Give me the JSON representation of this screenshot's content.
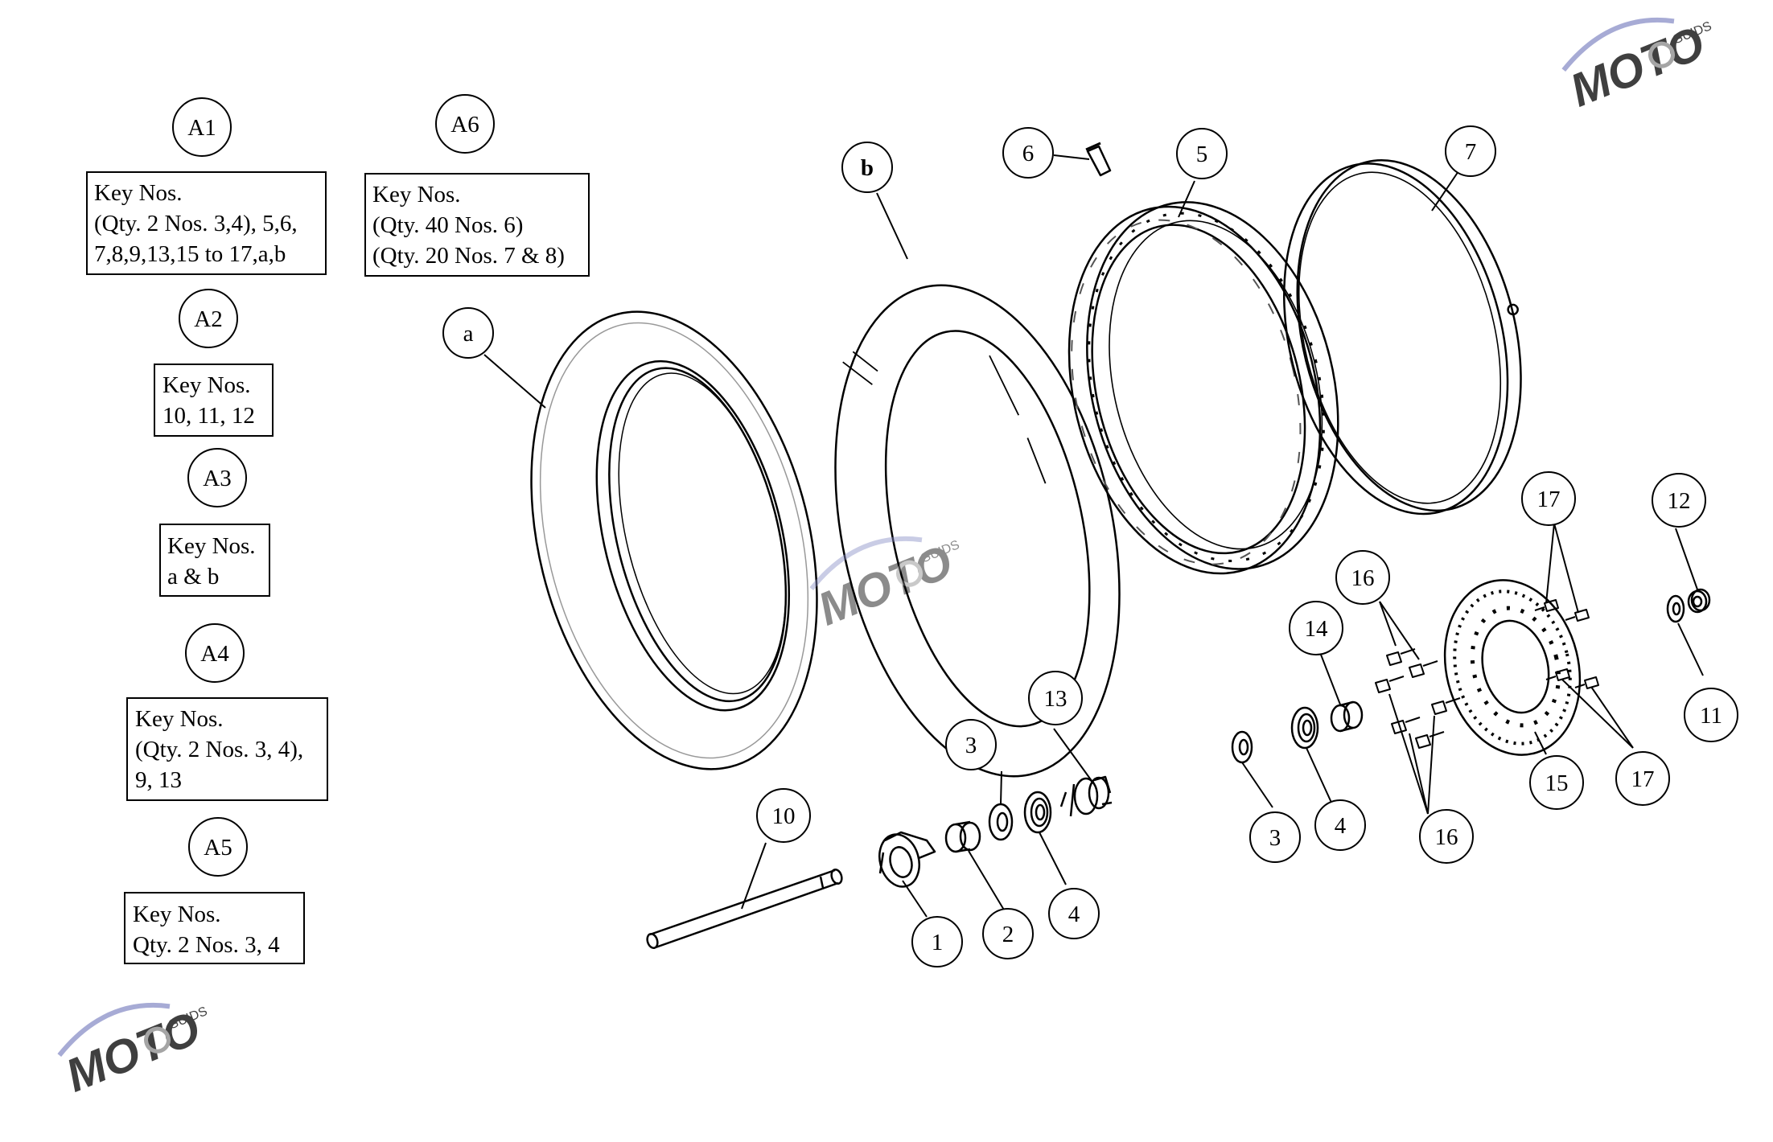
{
  "assemblies": [
    {
      "id": "a1",
      "label": "A1",
      "lines": [
        "Key Nos.",
        "(Qty. 2 Nos. 3,4), 5,6,",
        "7,8,9,13,15 to 17,a,b"
      ]
    },
    {
      "id": "a2",
      "label": "A2",
      "lines": [
        "Key Nos.",
        "10, 11, 12"
      ]
    },
    {
      "id": "a3",
      "label": "A3",
      "lines": [
        "Key Nos.",
        "a & b"
      ]
    },
    {
      "id": "a4",
      "label": "A4",
      "lines": [
        "Key Nos.",
        "(Qty. 2 Nos. 3, 4),",
        "9, 13"
      ]
    },
    {
      "id": "a5",
      "label": "A5",
      "lines": [
        "Key Nos.",
        "Qty. 2 Nos. 3, 4"
      ]
    },
    {
      "id": "a6",
      "label": "A6",
      "lines": [
        "Key Nos.",
        "(Qty. 40 Nos. 6)",
        "(Qty. 20 Nos. 7 & 8)"
      ]
    }
  ],
  "callouts": {
    "a": "a",
    "b": "b",
    "c1": "1",
    "c2": "2",
    "c3a": "3",
    "c3b": "3",
    "c4a": "4",
    "c4b": "4",
    "c5": "5",
    "c6": "6",
    "c7": "7",
    "c10": "10",
    "c11": "11",
    "c12": "12",
    "c13": "13",
    "c14": "14",
    "c15": "15",
    "c16a": "16",
    "c16b": "16",
    "c17a": "17",
    "c17b": "17"
  },
  "watermark": {
    "logo": "MOTO",
    "sub": "GUIDS",
    "colors": {
      "primary": "#d9574f",
      "secondary": "#8a8fc7",
      "gray": "#888888"
    }
  }
}
